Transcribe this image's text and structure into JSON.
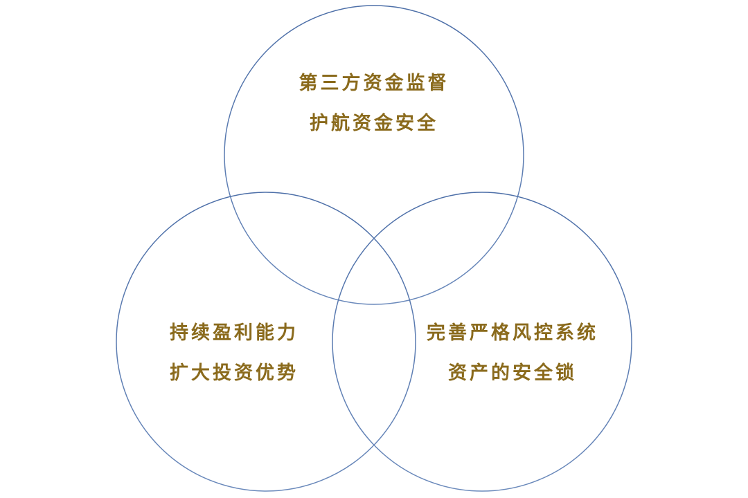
{
  "diagram": {
    "circles": [
      {
        "id": "top",
        "lines": [
          "第三方资金监督",
          "护航资金安全"
        ]
      },
      {
        "id": "left",
        "lines": [
          "持续盈利能力",
          "扩大投资优势"
        ]
      },
      {
        "id": "right",
        "lines": [
          "完善严格风控系统",
          "资产的安全锁"
        ]
      }
    ],
    "colors": {
      "circle_stroke": "#5a7bb0",
      "text": "#8a6a1c",
      "background": "#ffffff"
    }
  }
}
